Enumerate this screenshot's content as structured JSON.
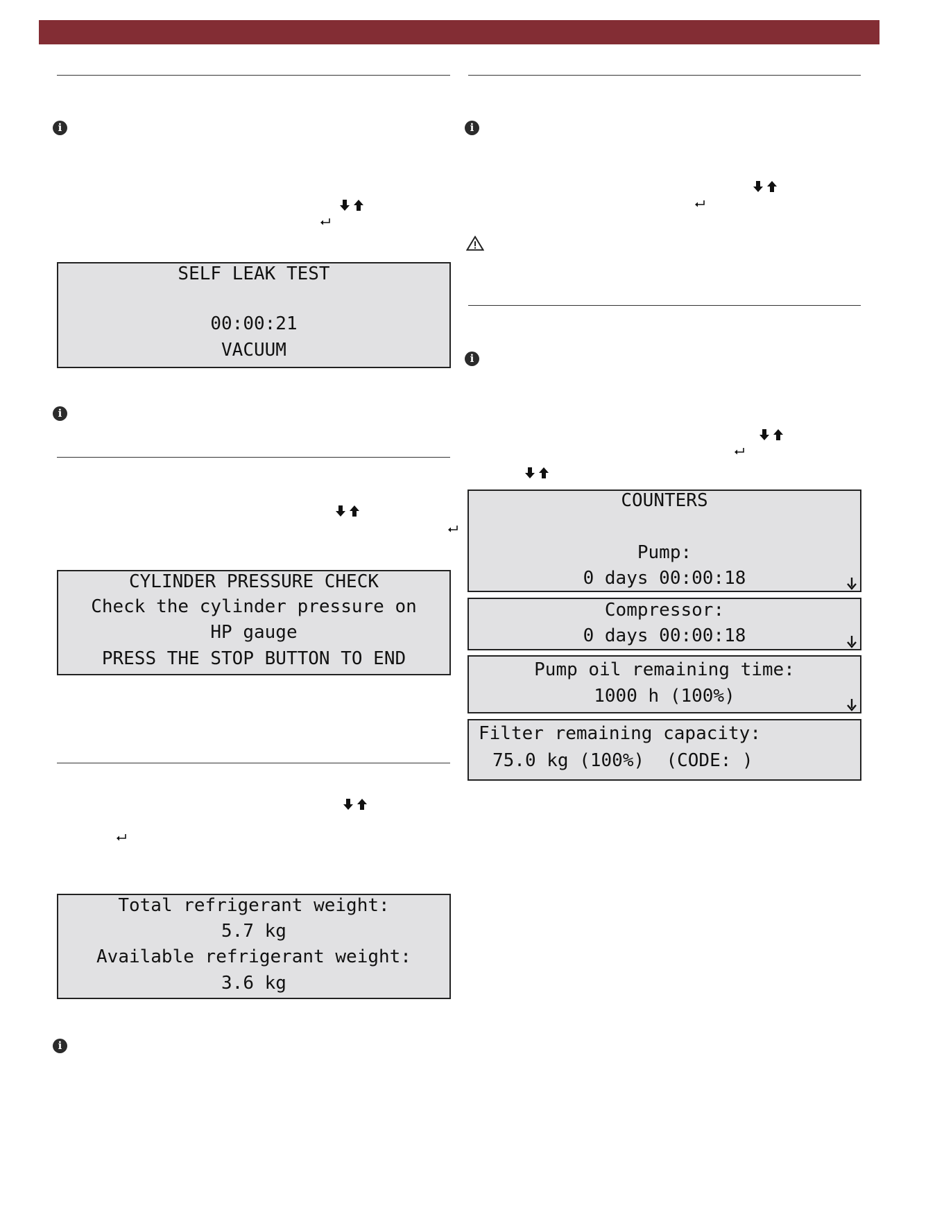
{
  "icons": {
    "info": "info-icon",
    "warning": "warning-icon",
    "navigation": "down-up-arrows-icon",
    "confirm": "enter-icon",
    "scroll": "scroll-down-arrow-icon"
  },
  "colors": {
    "header_bar": "#832d34",
    "lcd_background": "#e1e1e3"
  },
  "displays": {
    "self_leak_test": {
      "lines": [
        "SELF LEAK TEST",
        "",
        "00:00:21",
        "VACUUM"
      ]
    },
    "cylinder_pressure_check": {
      "lines": [
        "CYLINDER PRESSURE CHECK",
        "Check the cylinder pressure on",
        "HP gauge",
        "PRESS THE STOP BUTTON TO END"
      ]
    },
    "refrigerant_weight": {
      "lines": [
        "Total refrigerant weight:",
        "5.7 kg",
        "Available refrigerant weight:",
        "3.6 kg"
      ]
    },
    "counters": {
      "lines": [
        "COUNTERS",
        "",
        "Pump:",
        "0 days 00:00:18"
      ]
    },
    "compressor": {
      "lines": [
        "Compressor:",
        "0 days 00:00:18"
      ]
    },
    "pump_oil": {
      "lines": [
        "Pump oil remaining time:",
        "1000 h (100%)"
      ]
    },
    "filter": {
      "lines": [
        "Filter remaining capacity:",
        "75.0 kg (100%)  (CODE: )"
      ]
    }
  }
}
